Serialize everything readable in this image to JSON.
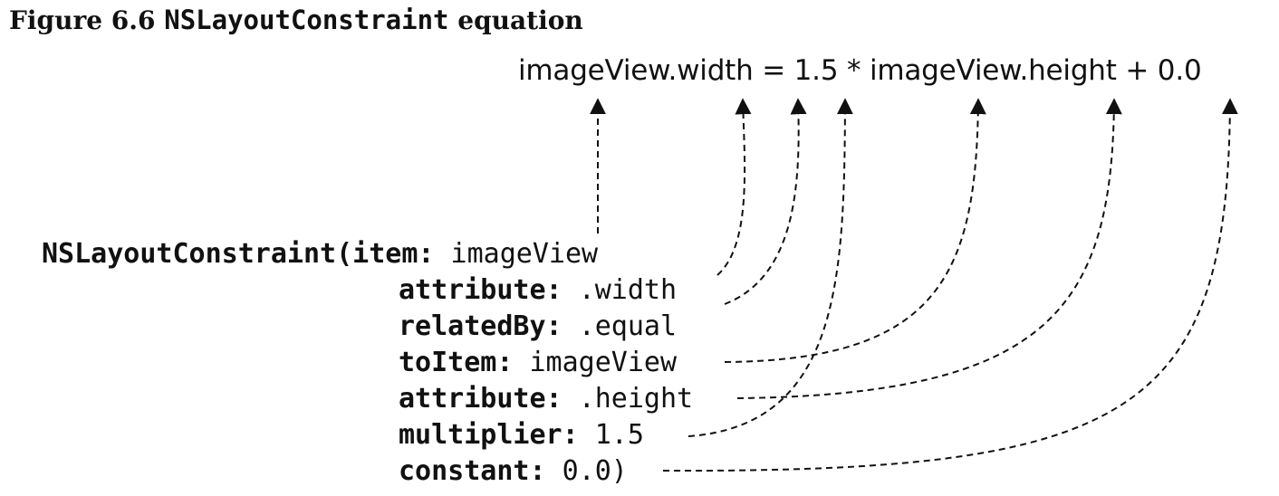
{
  "caption": {
    "figure_label": "Figure 6.6",
    "title_code": "NSLayoutConstraint",
    "title_suffix": "equation"
  },
  "equation": "imageView.width = 1.5 * imageView.height + 0.0",
  "code": {
    "opener": "NSLayoutConstraint(item:",
    "item_value": "imageView",
    "lines": [
      {
        "key": "attribute:",
        "value": ".width"
      },
      {
        "key": "relatedBy:",
        "value": ".equal"
      },
      {
        "key": "toItem:",
        "value": "imageView"
      },
      {
        "key": "attribute:",
        "value": ".height"
      },
      {
        "key": "multiplier:",
        "value": "1.5"
      },
      {
        "key": "constant:",
        "value": "0.0)"
      }
    ]
  },
  "colors": {
    "text": "#111111",
    "background": "#ffffff"
  }
}
